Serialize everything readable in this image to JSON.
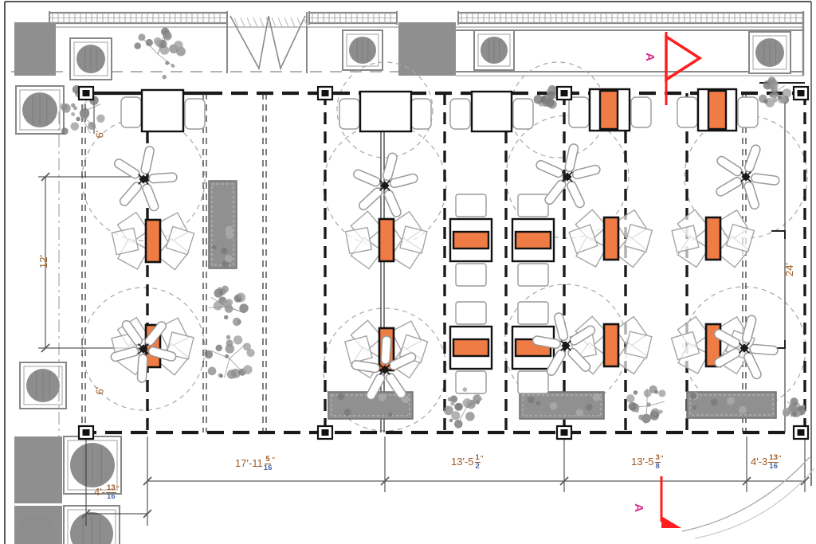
{
  "drawing": {
    "type": "restaurant-dining-room-floor-plan",
    "highlight_note": "tables-highlighted-orange"
  },
  "dimensions": {
    "bottom_row": [
      {
        "pre": "17'-11",
        "num": "5",
        "den": "16",
        "suf": "\""
      },
      {
        "pre": "13'-5",
        "num": "1",
        "den": "2",
        "suf": "\""
      },
      {
        "pre": "13'-5",
        "num": "3",
        "den": "8",
        "suf": "\""
      },
      {
        "pre": "4'-3",
        "num": "13",
        "den": "16",
        "suf": "\""
      }
    ],
    "left_sub": {
      "pre": "4'-",
      "num": "13",
      "den": "16",
      "suf": "\""
    },
    "left_vertical": "12'",
    "top_bay": "6'",
    "bottom_bay": "6'",
    "right_vertical": "24'"
  },
  "section_markers": {
    "top_label": "A",
    "bottom_label": "A"
  },
  "colors": {
    "table_highlight": "#EF7B45",
    "section_marker": "#FF1E1E",
    "section_letter": "#D9308F",
    "dim_text": "#9A5A26",
    "dim_fraction_denominator": "#4C66A8",
    "wall_gray": "#8F8F8F",
    "furniture_gray": "#9A9A9A",
    "line_black": "#1A1A1A"
  }
}
